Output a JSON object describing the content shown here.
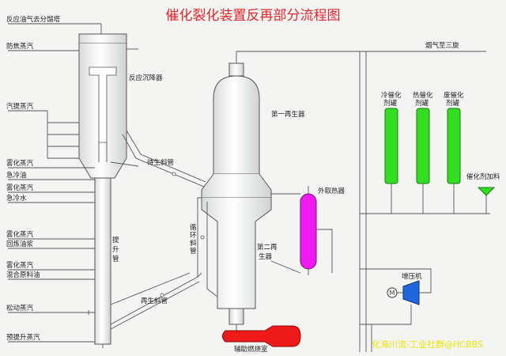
{
  "title": "催化裂化装置反再部分流程图",
  "watermark": "化海川流-工业社群@HCBBS",
  "labels": {
    "reaction_oil_gas": "反应油气去分馏塔",
    "anti_coking_steam": "防焦蒸汽",
    "stripping_steam": "汽提蒸汽",
    "atomizing_steam": "雾化蒸汽",
    "quench_oil": "急冷油",
    "quench_water": "急冷水",
    "recycle_slurry": "回炼油浆",
    "mixed_feed": "混合原料油",
    "loosening_steam": "松动蒸汽",
    "pre_lift_steam": "预提升蒸汽",
    "reaction_settler": "反应沉降器",
    "spent_standpipe": "待生斜管",
    "regen_standpipe": "再生斜管",
    "riser_1": "提",
    "riser_2": "升",
    "riser_3": "管",
    "circ_1": "循",
    "circ_2": "环",
    "circ_3": "斜",
    "circ_4": "管",
    "first_regenerator": "第一再生器",
    "second_regen_1": "第二再",
    "second_regen_2": "生器",
    "external_heater": "外取热器",
    "aux_burner": "辅助燃烧室",
    "flue_gas": "烟气至三旋",
    "cold_hopper_1": "冷催化",
    "cold_hopper_2": "剂罐",
    "hot_hopper_1": "热催化",
    "hot_hopper_2": "剂罐",
    "spent_hopper_1": "废催化",
    "spent_hopper_2": "剂罐",
    "catalyst_adder": "催化剂加料",
    "compressor": "增压机"
  },
  "colors": {
    "title": "#e0252b",
    "heat_exchanger": "#ee1aee",
    "burner": "#ee1a1a",
    "hoppers": "#33dd22",
    "compressor": "#2266dd",
    "watermark": "#e8e800"
  }
}
